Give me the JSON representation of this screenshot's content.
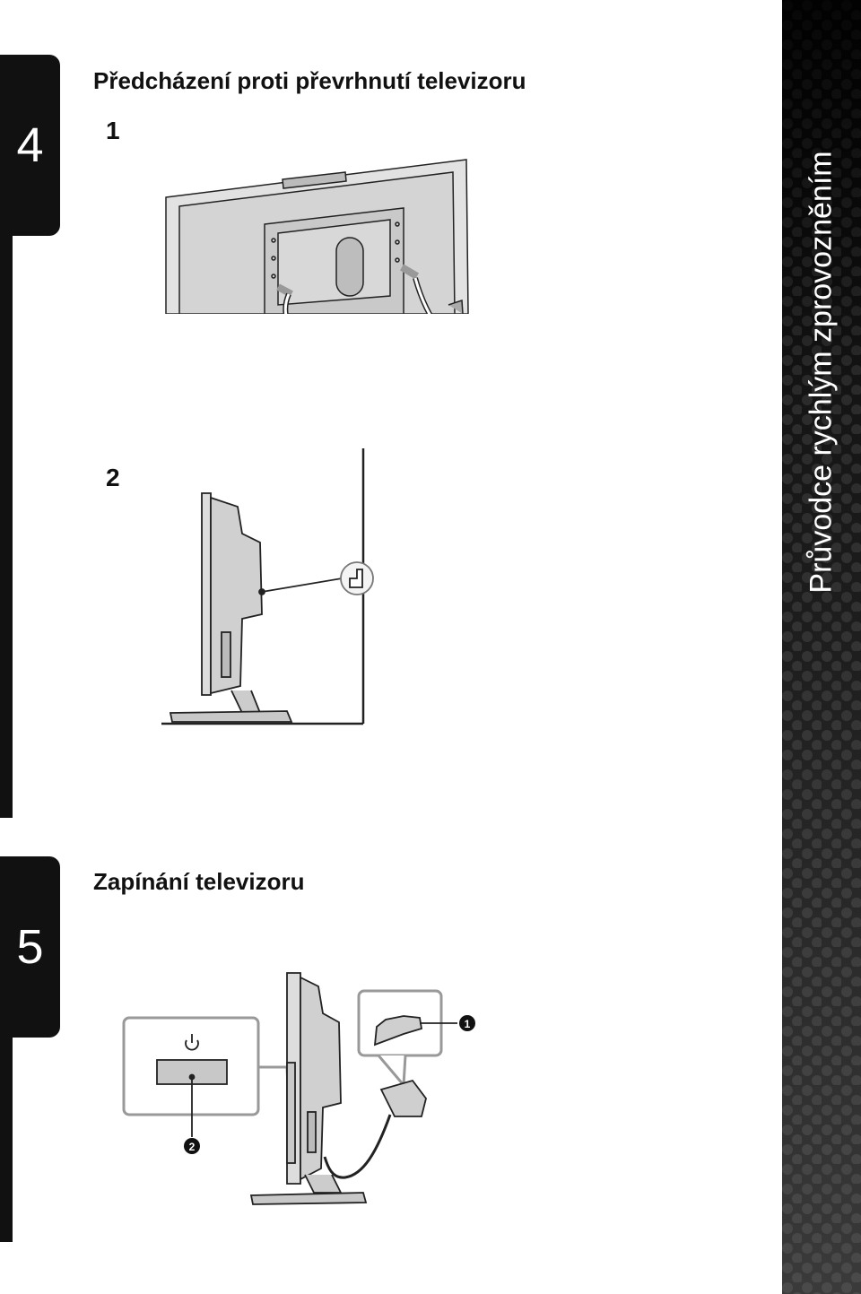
{
  "sidebar": {
    "title": "Průvodce rychlým zprovozněním"
  },
  "section4": {
    "number": "4",
    "title": "Předcházení proti převrhnutí televizoru",
    "step1": "1",
    "step2": "2"
  },
  "section5": {
    "number": "5",
    "title": "Zapínání televizoru",
    "marker1": "1",
    "marker2": "2",
    "power_icon": "power-icon"
  },
  "colors": {
    "tab": "#111111",
    "band": "#2a2a2a",
    "line": "#222222",
    "gray_fill": "#cfcfcf"
  }
}
